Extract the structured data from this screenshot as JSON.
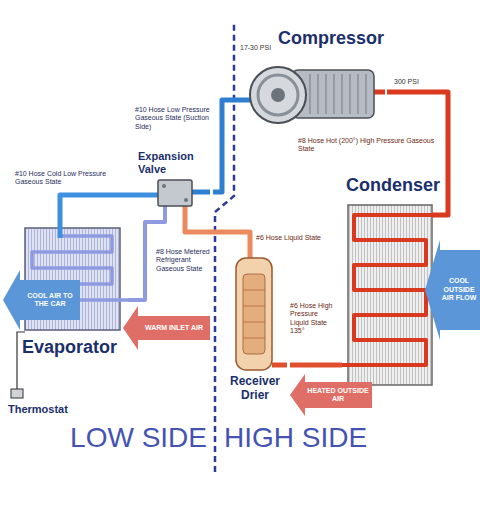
{
  "diagram": {
    "nodes": [
      {
        "text": [
          "Compressor"
        ]
      },
      {
        "text": [
          "Expansion Valve"
        ]
      },
      {
        "text": [
          "Receiver Drier"
        ]
      },
      {
        "text": [
          "Condenser"
        ]
      },
      {
        "text": [
          "Evaporator"
        ]
      },
      {
        "text": [
          "Thermostat"
        ]
      }
    ],
    "edges": [
      {
        "from": 4,
        "to": 1,
        "label": "#10 Hose Cold Low Pressure Gaseous State",
        "arrow": "none"
      },
      {
        "from": 1,
        "to": 0,
        "label": "#10 Hose Low Pressure Gaseous State (Suction Side)",
        "arrow": "none"
      },
      {
        "from": 0,
        "to": 3,
        "label": "#8 Hose Hot (200°) High Pressure Gaseous State",
        "arrow": "none"
      },
      {
        "from": 3,
        "to": 2,
        "label": "#6 Hose High Pressure Liquid State 135°",
        "arrow": "none"
      },
      {
        "from": 2,
        "to": 1,
        "label": "#6 Hose Liquid State",
        "arrow": "none"
      },
      {
        "from": 1,
        "to": 4,
        "label": "#8 Hose Metered Refrigerant Gaseous State",
        "arrow": "none"
      },
      {
        "from": 5,
        "to": 4,
        "arrow": "none"
      }
    ],
    "labels": [
      "17-30 PSI",
      "300 PSI",
      "WARM INLET AIR",
      "COOL AIR TO THE CAR",
      "COOL OUTSIDE AIR FLOW",
      "HEATED OUTSIDE AIR",
      "LOW SIDE",
      "HIGH SIDE"
    ]
  }
}
